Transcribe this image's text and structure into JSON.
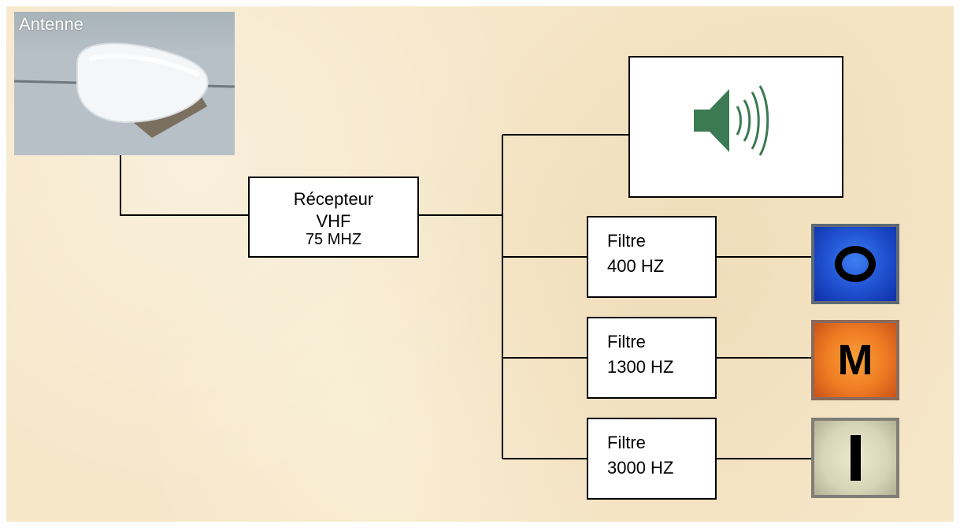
{
  "antenna": {
    "label": "Antenne"
  },
  "receiver": {
    "line1": "Récepteur",
    "line2": "VHF",
    "line3": "75 MHZ"
  },
  "speaker": {
    "icon": "speaker-icon",
    "color": "#3b7a52"
  },
  "filters": [
    {
      "line1": "Filtre",
      "line2": "400 HZ"
    },
    {
      "line1": "Filtre",
      "line2": "1300 HZ"
    },
    {
      "line1": "Filtre",
      "line2": "3000 HZ"
    }
  ],
  "markers": [
    {
      "letter": "O",
      "color": "#2357d6"
    },
    {
      "letter": "M",
      "color": "#f07b22"
    },
    {
      "letter": "I",
      "color": "#d8d4b7"
    }
  ]
}
